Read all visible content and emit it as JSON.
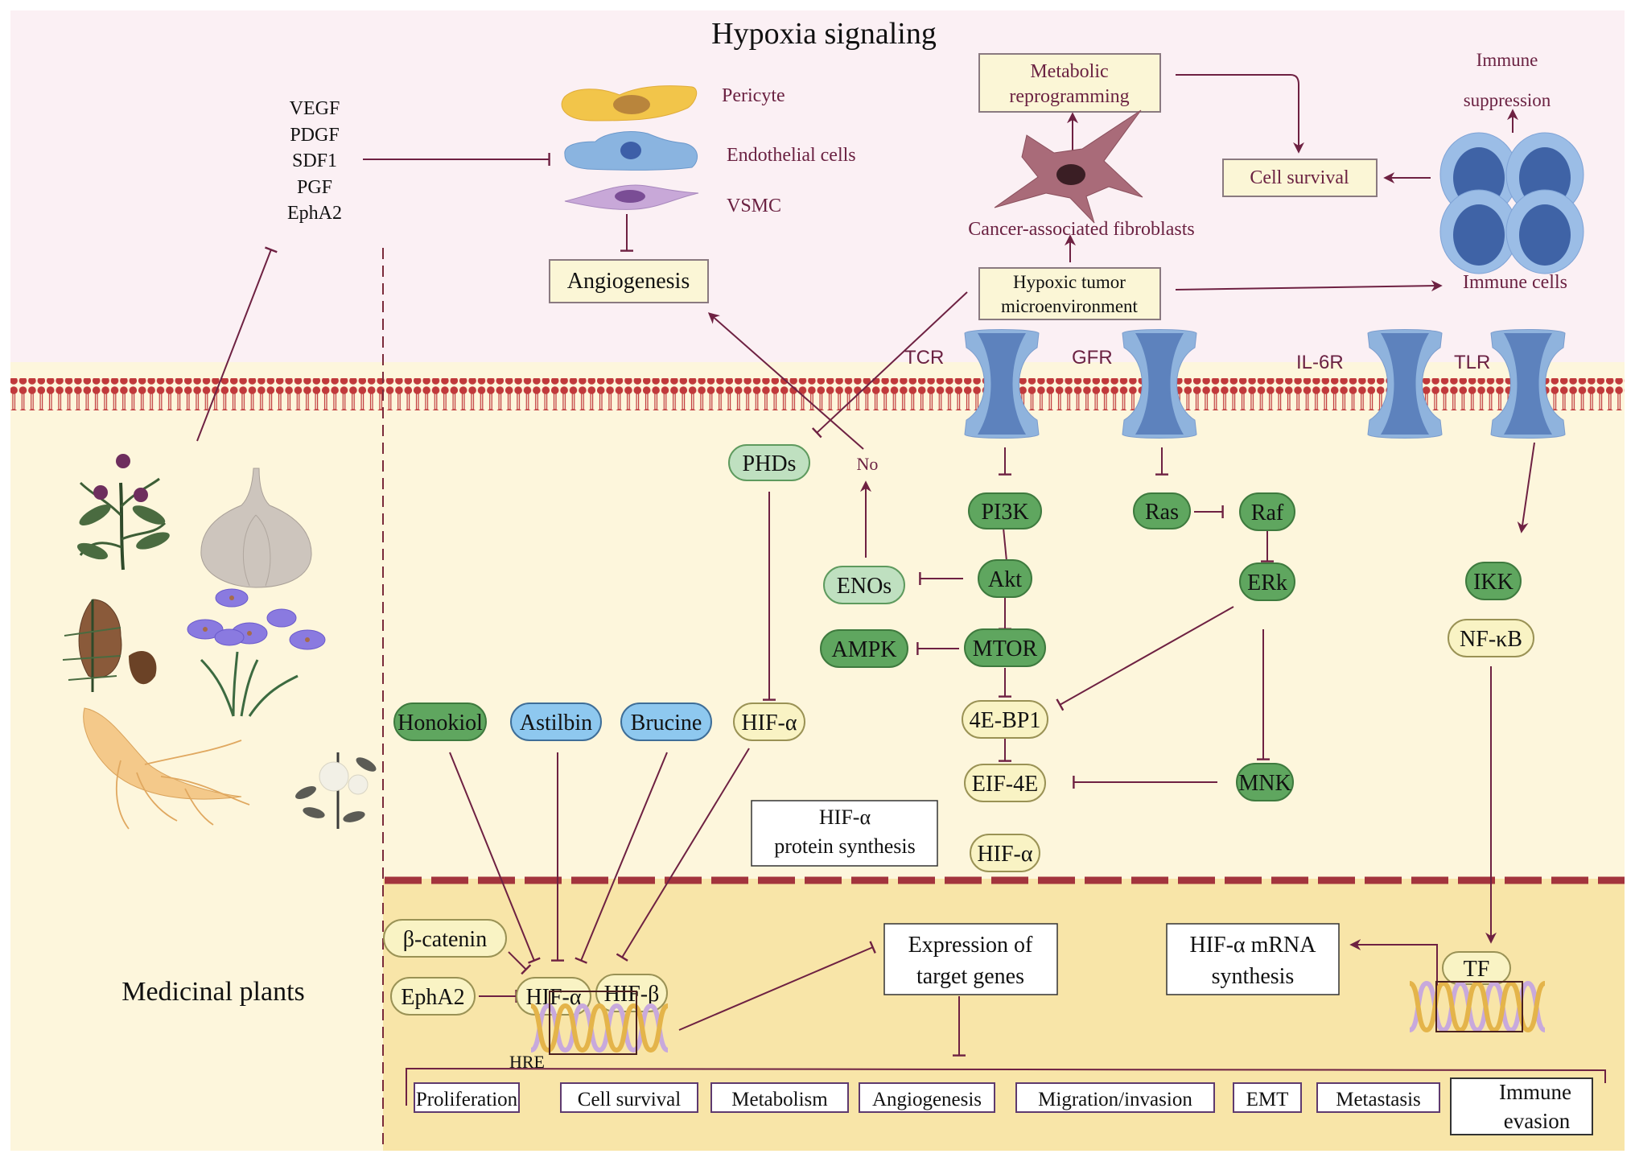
{
  "title": "Hypoxia signaling",
  "colors": {
    "extracellular_bg": "#fbf0f4",
    "cytoplasm_bg": "#fdf6dc",
    "nucleus_bg": "#f8e5a8",
    "membrane_bead": "#c0393b",
    "nuclear_membrane": "#a3343d",
    "arrow": "#6e2142",
    "label_text": "#6b2242",
    "box_fill": "#fbf6d6",
    "box_border": "#8a7a80",
    "outcome_border": "#5e3a6f",
    "pill_dark_green": "#5fa65f",
    "pill_light_green": "#bfe0c0",
    "pill_blue": "#8ec8ef",
    "pill_yellow": "#f9f3c4",
    "receptor_outer": "#8fb3dd",
    "receptor_inner": "#5d82bd"
  },
  "growth_factors": [
    "VEGF",
    "PDGF",
    "SDF1",
    "PGF",
    "EphA2"
  ],
  "vascular_cells": {
    "pericyte": "Pericyte",
    "endothelial": "Endothelial cells",
    "vsmc": "VSMC"
  },
  "boxes": {
    "angiogenesis": "Angiogenesis",
    "metabolic_line1": "Metabolic",
    "metabolic_line2": "reprogramming",
    "caf_label": "Cancer-associated fibroblasts",
    "hypoxic_line1": "Hypoxic tumor",
    "hypoxic_line2": "microenvironment",
    "cell_survival": "Cell survival",
    "immune_supp_line1": "Immune",
    "immune_supp_line2": "suppression",
    "immune_cells": "Immune cells",
    "hif_protein_line1": "HIF-α",
    "hif_protein_line2": "protein synthesis",
    "expression_line1": "Expression of",
    "expression_line2": "target genes",
    "mrna_line1": "HIF-α mRNA",
    "mrna_line2": "synthesis",
    "hre": "HRE",
    "medicinal_plants": "Medicinal plants"
  },
  "receptors": [
    "TCR",
    "GFR",
    "IL-6R",
    "TLR"
  ],
  "nodes": {
    "phds": "PHDs",
    "no": "No",
    "pi3k": "PI3K",
    "ras": "Ras",
    "raf": "Raf",
    "akt": "Akt",
    "enos": "ENOs",
    "erk": "ERk",
    "ikk": "IKK",
    "ampk": "AMPK",
    "mtor": "MTOR",
    "nfkb": "NF-κB",
    "bp1": "4E-BP1",
    "honokiol": "Honokiol",
    "astilbin": "Astilbin",
    "brucine": "Brucine",
    "hif_a_cyto": "HIF-α",
    "eif4e": "EIF-4E",
    "mnk": "MNK",
    "hif_a_small": "HIF-α",
    "bcatenin": "β-catenin",
    "epha2": "EphA2",
    "hif_a_nuc": "HIF-α",
    "hif_b_nuc": "HIF-β",
    "tf": "TF"
  },
  "outcomes": [
    "Proliferation",
    "Cell survival",
    "Metabolism",
    "Angiogenesis",
    "Migration/invasion",
    "EMT",
    "Metastasis"
  ],
  "outcome_last_line1": "Immune",
  "outcome_last_line2": "evasion",
  "plants": [
    "milk-thistle",
    "garlic",
    "cypress-cone",
    "crocus",
    "ginseng",
    "white-flower"
  ]
}
